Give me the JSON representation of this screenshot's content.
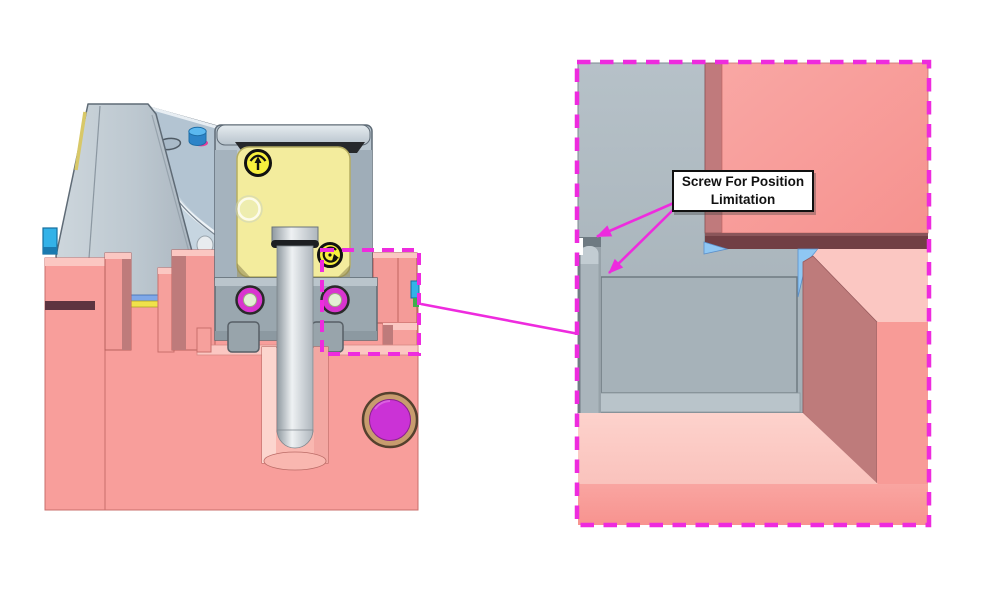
{
  "callout": {
    "line1": "Screw For Position",
    "line2": "Limitation"
  },
  "icons": {
    "symbol_top": "circled-up-arrow-icon",
    "symbol_bottom": "circled-curved-arrow-icon",
    "zoom_region": "dashed-selection-rectangle",
    "pointer": "magenta-arrow"
  },
  "colors": {
    "accent": "#ee2bde",
    "pink": "#f89e9b",
    "pink_light": "#fbc7c2",
    "pink_lighter": "#fcd9d3",
    "pink_step": "#f6a09c",
    "mauve": "#be7b7b",
    "maroon_band": "#713f44",
    "slot_dark": "#5e3440",
    "gray_part_dark": "#5f6b76",
    "web_gray": "#b3c4d2",
    "web_light": "#c6d5e0",
    "housing_gray": "#b8c5cf",
    "plate_gray": "#9aa7af",
    "plate_light": "#bac5cc",
    "boss_gray": "#98a4ab",
    "yellow_insert": "#f3ec9d",
    "yellow_edge": "#b5ad62",
    "symbol_yellow": "#f7ef3d",
    "black_strip": "#26282b",
    "screw_magenta": "#d935cf",
    "screw_center": "#e3f0d4",
    "hole_magenta": "#cb32d6",
    "hole_rim": "#c89c6e",
    "blue_plug": "#2d84c8",
    "cyan_block": "#33b2e8",
    "layer_blue": "#7fa8e8",
    "layer_yellow": "#f0e24a",
    "detail_gray_mid": "#97a2a9",
    "detail_panel": "#a6b2b9",
    "detail_panel_edge": "#6e7a81",
    "detail_blue": "#8fc7f3",
    "cavity_pink": "#f9b7b0",
    "cavity_light": "#fcd5ce"
  }
}
